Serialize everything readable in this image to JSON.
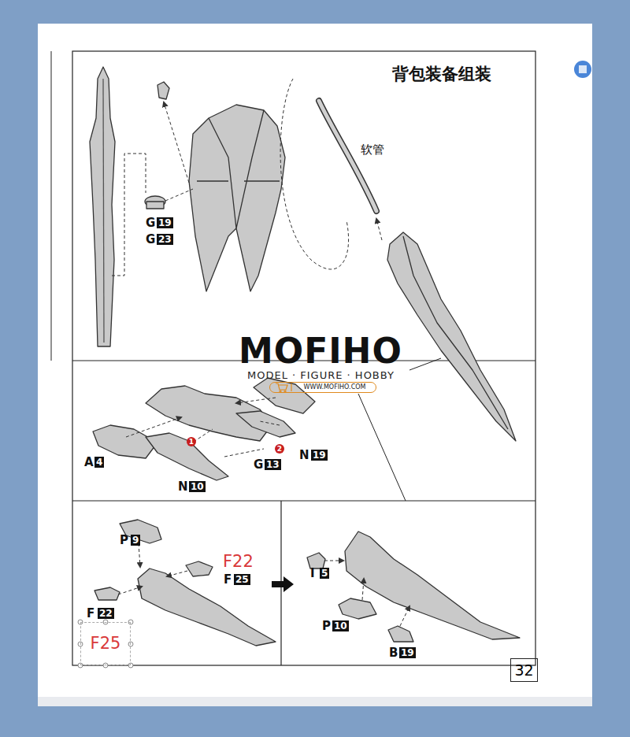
{
  "diagram": {
    "title": "背包装备组装",
    "nodes": [
      {
        "text": [
          "WWW.MOFIHO.COM"
        ]
      },
      {
        "text": [
          "F25"
        ]
      },
      {
        "text": [
          "32"
        ]
      }
    ],
    "labels": [
      "软管",
      "G",
      "19",
      "G",
      "23",
      "MOFIHO",
      "MODEL · FIGURE · HOBBY",
      "A",
      "4",
      "1",
      "2",
      "N",
      "19",
      "G",
      "13",
      "N",
      "10",
      "P",
      "9",
      "F22",
      "F",
      "25",
      "F",
      "22",
      "I",
      "5",
      "P",
      "10",
      "B",
      "19"
    ]
  }
}
